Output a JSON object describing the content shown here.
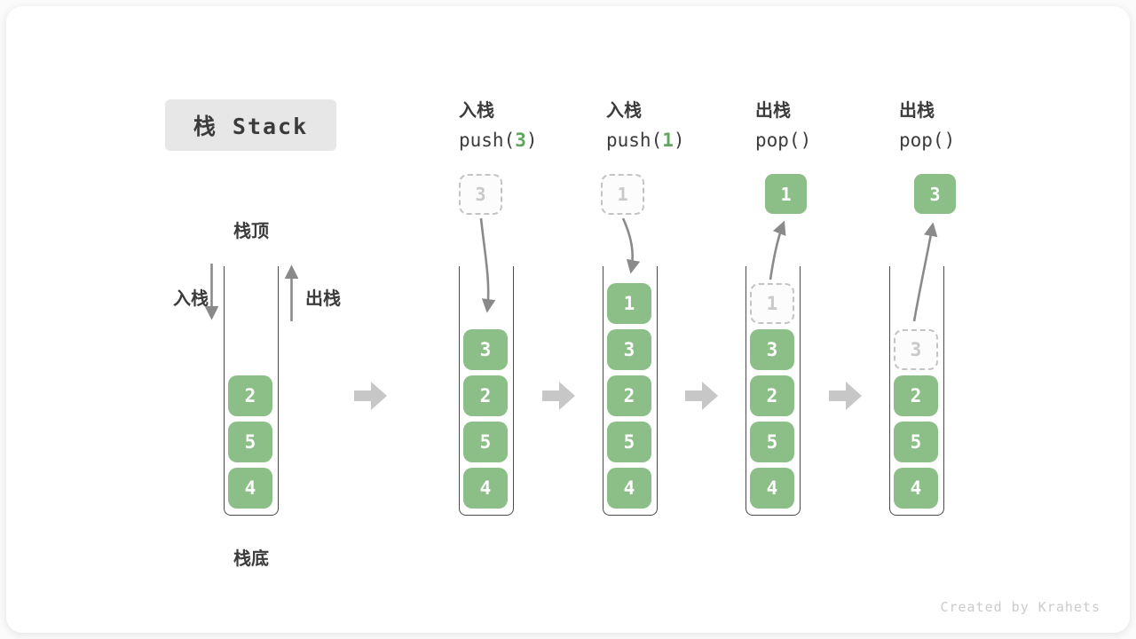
{
  "title": "栈 Stack",
  "watermark": "Created by Krahets",
  "labels": {
    "stack_top": "栈顶",
    "stack_bottom": "栈底",
    "push_in": "入栈",
    "pop_out": "出栈"
  },
  "initial": {
    "cells": [
      "2",
      "5",
      "4"
    ]
  },
  "columns": [
    {
      "op_label": "入栈",
      "fn": "push(",
      "arg": "3",
      "close": ")",
      "floating": "3",
      "floating_style": "dashed",
      "cells": [
        "3",
        "2",
        "5",
        "4"
      ]
    },
    {
      "op_label": "入栈",
      "fn": "push(",
      "arg": "1",
      "close": ")",
      "floating": "1",
      "floating_style": "dashed",
      "cells": [
        "1",
        "3",
        "2",
        "5",
        "4"
      ]
    },
    {
      "op_label": "出栈",
      "fn": "pop(",
      "arg": "",
      "close": ")",
      "floating": "1",
      "floating_style": "solid",
      "ghost": "1",
      "cells": [
        "3",
        "2",
        "5",
        "4"
      ]
    },
    {
      "op_label": "出栈",
      "fn": "pop(",
      "arg": "",
      "close": ")",
      "floating": "3",
      "floating_style": "solid",
      "ghost": "3",
      "cells": [
        "2",
        "5",
        "4"
      ]
    }
  ],
  "colors": {
    "cell_green": "#8cbf88",
    "arg_green": "#5fa75c",
    "thin_arrow": "#8a8a8a",
    "block_arrow": "#c7c7c7",
    "title_bg": "#e7e7e7",
    "text_dark": "#3b3b3b",
    "ghost_gray": "#c9c9c9"
  }
}
